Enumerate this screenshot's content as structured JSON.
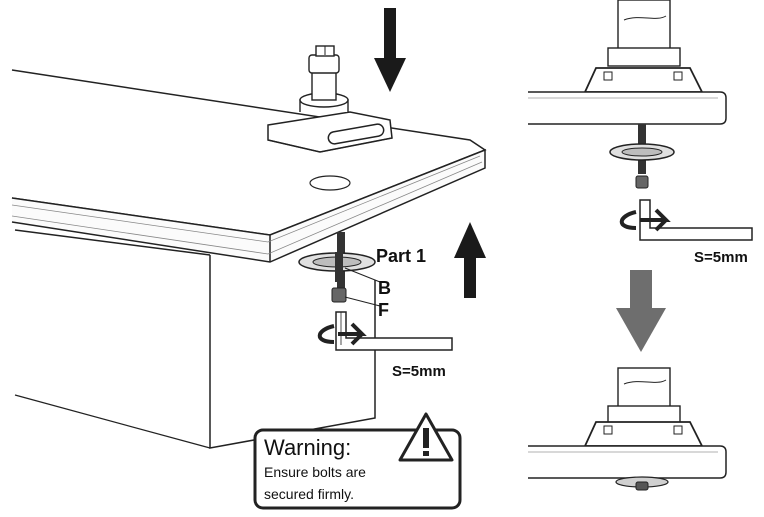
{
  "left_figure": {
    "part_label": "Part 1",
    "bolt_label_b": "B",
    "bolt_label_f": "F",
    "wrench_size": "S=5mm"
  },
  "right_figure": {
    "wrench_size": "S=5mm"
  },
  "warning": {
    "title": "Warning:",
    "line1": "Ensure bolts are",
    "line2": "secured firmly."
  },
  "icons": {
    "arrow_down": "arrow-down-icon",
    "arrow_up": "arrow-up-icon",
    "rotate": "rotate-icon",
    "warning": "warning-triangle-icon"
  },
  "colors": {
    "line": "#222222",
    "arrow_dark": "#1a1a1a",
    "arrow_grey": "#6e6e6e",
    "bolt": "#333333"
  }
}
